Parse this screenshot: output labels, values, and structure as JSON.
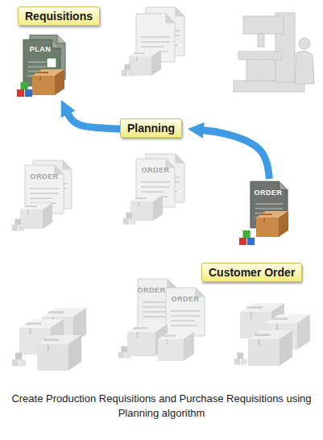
{
  "diagram": {
    "caption": "Create Production Requisitions and Purchase Requisitions using Planning algorithm",
    "nodes": [
      {
        "text": [
          "Requisitions"
        ]
      },
      {
        "text": [
          "Planning"
        ]
      },
      {
        "text": [
          "Customer Order"
        ]
      }
    ],
    "edges": [
      {
        "from": 2,
        "to": 1,
        "arrow": "to"
      },
      {
        "from": 1,
        "to": 0,
        "arrow": "to"
      }
    ],
    "labels": [
      "PLAN",
      "ORDER",
      "ORDER",
      "ORDER",
      "ORDER",
      "ORDER"
    ]
  }
}
